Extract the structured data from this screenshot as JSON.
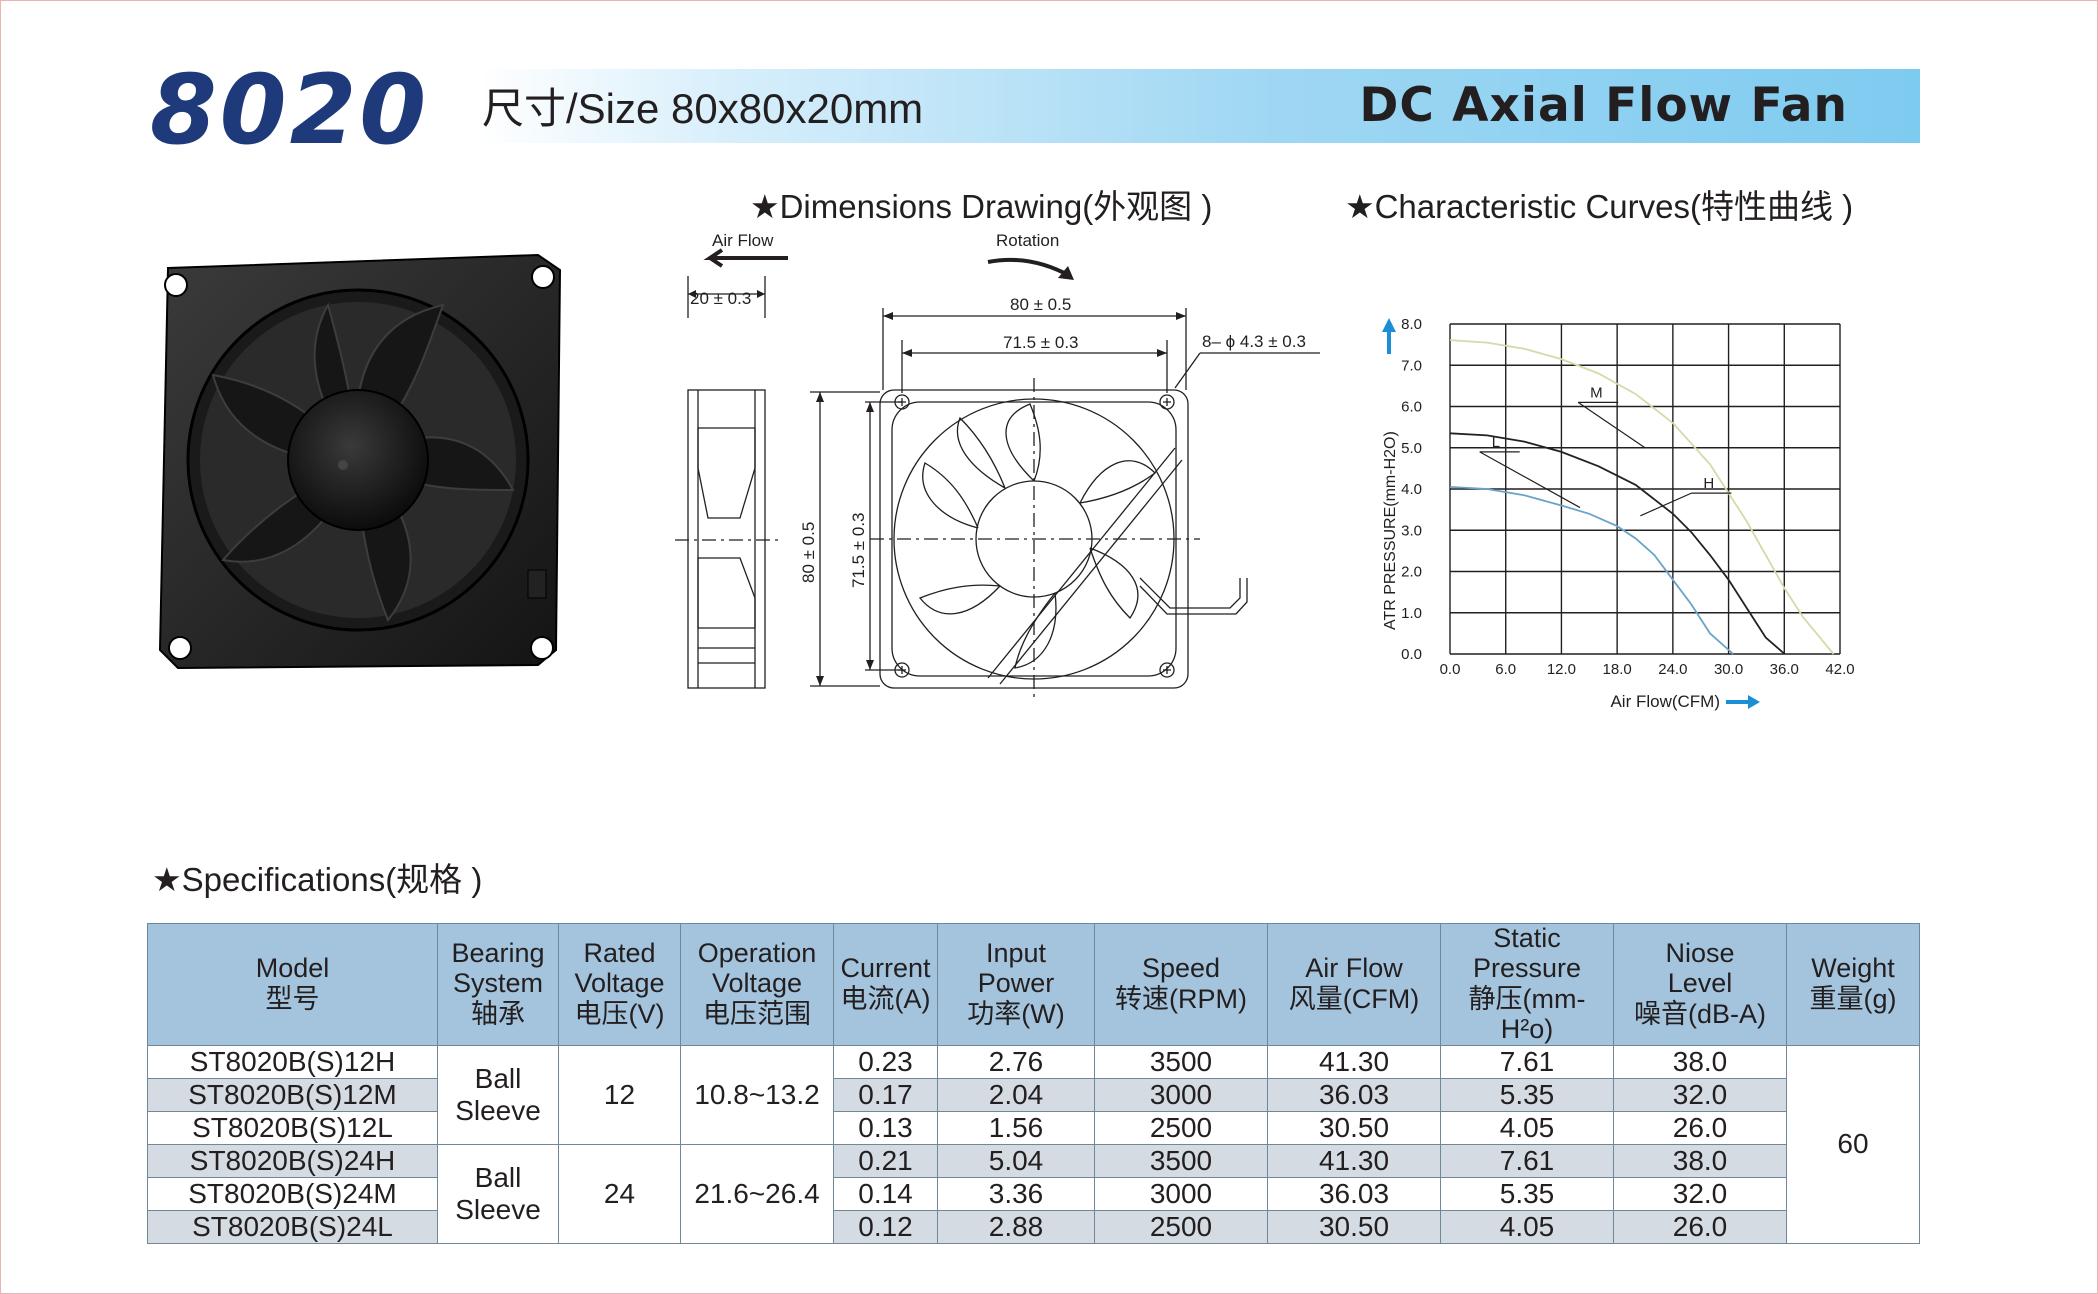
{
  "header": {
    "model_code": "8020",
    "size_label": "尺寸/Size 80x80x20mm",
    "product_title": "DC Axial Flow Fan"
  },
  "sections": {
    "dimensions": "★Dimensions Drawing(外观图 )",
    "curves": "★Characteristic Curves(特性曲线 )",
    "specifications": "★Specifications(规格 )"
  },
  "colors": {
    "brand_blue": "#1f3a7a",
    "band_blue": "#7ecbf0",
    "table_header": "#a4c4dd",
    "row_shade": "#d4dbe2",
    "arrow_blue": "#1b8fd6"
  },
  "drawing": {
    "air_flow": "Air Flow",
    "rotation": "Rotation",
    "side_width": "20 ± 0.3",
    "overall_width": "80 ± 0.5",
    "hole_pitch": "71.5 ± 0.3",
    "holes": "8– ϕ 4.3 ± 0.3",
    "overall_height": "80 ± 0.5",
    "hole_pitch_v": "71.5 ± 0.3"
  },
  "chart_data": {
    "type": "line",
    "title": "",
    "xlabel": "Air Flow(CFM)",
    "ylabel": "ATR PRESSURE(mm-H2O)",
    "xlim": [
      0,
      42
    ],
    "ylim": [
      0,
      8
    ],
    "x_ticks": [
      "0.0",
      "6.0",
      "12.0",
      "18.0",
      "24.0",
      "30.0",
      "36.0",
      "42.0"
    ],
    "y_ticks": [
      "0.0",
      "1.0",
      "2.0",
      "3.0",
      "4.0",
      "5.0",
      "6.0",
      "7.0",
      "8.0"
    ],
    "grid": true,
    "series": [
      {
        "name": "L",
        "color": "#6aa3c8",
        "x": [
          0,
          4,
          8,
          12,
          15,
          18,
          20,
          22,
          24,
          26,
          28,
          30.5
        ],
        "y": [
          4.05,
          4.0,
          3.85,
          3.6,
          3.4,
          3.1,
          2.8,
          2.4,
          1.8,
          1.2,
          0.5,
          0
        ]
      },
      {
        "name": "M",
        "color": "#222222",
        "x": [
          0,
          4,
          8,
          12,
          16,
          20,
          24,
          26,
          28,
          30,
          32,
          34,
          36.03
        ],
        "y": [
          5.35,
          5.3,
          5.15,
          4.9,
          4.55,
          4.1,
          3.4,
          2.95,
          2.4,
          1.8,
          1.1,
          0.4,
          0
        ]
      },
      {
        "name": "H",
        "color": "#d3dba8",
        "x": [
          0,
          4,
          8,
          12,
          16,
          20,
          24,
          28,
          30,
          32,
          34,
          36,
          38,
          41.3
        ],
        "y": [
          7.61,
          7.55,
          7.4,
          7.15,
          6.8,
          6.3,
          5.6,
          4.6,
          3.9,
          3.2,
          2.4,
          1.6,
          0.9,
          0
        ]
      }
    ]
  },
  "spec_table": {
    "headers": [
      {
        "en": "Model",
        "zh": "型号"
      },
      {
        "en": "Bearing\nSystem",
        "zh": "轴承"
      },
      {
        "en": "Rated\nVoltage",
        "zh": "电压(V)"
      },
      {
        "en": "Operation\nVoltage",
        "zh": "电压范围"
      },
      {
        "en": "Current",
        "zh": "电流(A)"
      },
      {
        "en": "Input\nPower",
        "zh": "功率(W)"
      },
      {
        "en": "Speed",
        "zh": "转速(RPM)"
      },
      {
        "en": "Air Flow",
        "zh": "风量(CFM)"
      },
      {
        "en": "Static\nPressure",
        "zh": "静压(mm-H²o)"
      },
      {
        "en": "Niose\nLevel",
        "zh": "噪音(dB-A)"
      },
      {
        "en": "Weight",
        "zh": "重量(g)"
      }
    ],
    "groups": [
      {
        "bearing": "Ball\nSleeve",
        "rated": "12",
        "operation": "10.8~13.2"
      },
      {
        "bearing": "Ball\nSleeve",
        "rated": "24",
        "operation": "21.6~26.4"
      }
    ],
    "weight": "60",
    "rows": [
      {
        "model": "ST8020B(S)12H",
        "current": "0.23",
        "power": "2.76",
        "speed": "3500",
        "airflow": "41.30",
        "pressure": "7.61",
        "noise": "38.0"
      },
      {
        "model": "ST8020B(S)12M",
        "current": "0.17",
        "power": "2.04",
        "speed": "3000",
        "airflow": "36.03",
        "pressure": "5.35",
        "noise": "32.0"
      },
      {
        "model": "ST8020B(S)12L",
        "current": "0.13",
        "power": "1.56",
        "speed": "2500",
        "airflow": "30.50",
        "pressure": "4.05",
        "noise": "26.0"
      },
      {
        "model": "ST8020B(S)24H",
        "current": "0.21",
        "power": "5.04",
        "speed": "3500",
        "airflow": "41.30",
        "pressure": "7.61",
        "noise": "38.0"
      },
      {
        "model": "ST8020B(S)24M",
        "current": "0.14",
        "power": "3.36",
        "speed": "3000",
        "airflow": "36.03",
        "pressure": "5.35",
        "noise": "32.0"
      },
      {
        "model": "ST8020B(S)24L",
        "current": "0.12",
        "power": "2.88",
        "speed": "2500",
        "airflow": "30.50",
        "pressure": "4.05",
        "noise": "26.0"
      }
    ]
  }
}
